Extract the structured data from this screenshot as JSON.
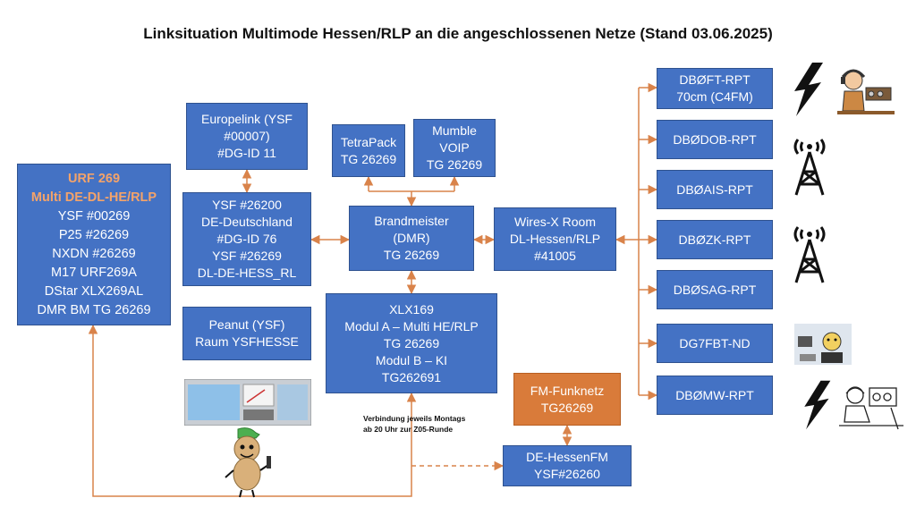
{
  "title": "Linksituation Multimode Hessen/RLP an die angeschlossenen Netze (Stand 03.06.2025)",
  "urf": {
    "head1": "URF 269",
    "head2": "Multi DE-DL-HE/RLP",
    "lines": [
      "YSF #00269",
      "P25 #26269",
      "NXDN #26269",
      "M17 URF269A",
      "DStar XLX269AL",
      "DMR BM TG 26269"
    ]
  },
  "europelink": {
    "lines": [
      "Europelink (YSF",
      "#00007)",
      "#DG-ID 11"
    ]
  },
  "ysf26200": {
    "lines": [
      "YSF #26200",
      "DE-Deutschland",
      "#DG-ID 76",
      "YSF #26269",
      "DL-DE-HESS_RL"
    ]
  },
  "peanut": {
    "lines": [
      "Peanut (YSF)",
      "Raum YSFHESSE"
    ]
  },
  "tetrapack": {
    "lines": [
      "TetraPack",
      "TG 26269"
    ]
  },
  "mumble": {
    "lines": [
      "Mumble",
      "VOIP",
      "TG 26269"
    ]
  },
  "brandmeister": {
    "lines": [
      "Brandmeister",
      "(DMR)",
      "TG 26269"
    ]
  },
  "xlx169": {
    "lines": [
      "XLX169",
      "Modul A – Multi HE/RLP",
      "TG 26269",
      "Modul B – KI",
      "TG262691"
    ]
  },
  "wiresx": {
    "lines": [
      "Wires-X Room",
      "DL-Hessen/RLP",
      "#41005"
    ]
  },
  "fm": {
    "lines": [
      "FM-Funknetz",
      "TG26269"
    ]
  },
  "hessenfm": {
    "lines": [
      "DE-HessenFM",
      "YSF#26260"
    ]
  },
  "note": {
    "line1": "Verbindung jeweils Montags",
    "line2": "ab 20 Uhr zur Z05-Runde"
  },
  "repeaters": [
    {
      "lines": [
        "DBØFT-RPT",
        "70cm (C4FM)"
      ]
    },
    {
      "lines": [
        "DBØDOB-RPT"
      ]
    },
    {
      "lines": [
        "DBØAIS-RPT"
      ]
    },
    {
      "lines": [
        "DBØZK-RPT"
      ]
    },
    {
      "lines": [
        "DBØSAG-RPT"
      ]
    },
    {
      "lines": [
        "DG7FBT-ND"
      ]
    },
    {
      "lines": [
        "DBØMW-RPT"
      ]
    }
  ],
  "colors": {
    "box": "#4472c4",
    "orange_box": "#d97b3a",
    "connector": "#d9834a"
  },
  "icons": [
    "lightning-bolt-icon",
    "radio-operator-icon",
    "radio-tower-icon",
    "peanut-mascot-icon",
    "radio-app-screenshot-icon"
  ]
}
